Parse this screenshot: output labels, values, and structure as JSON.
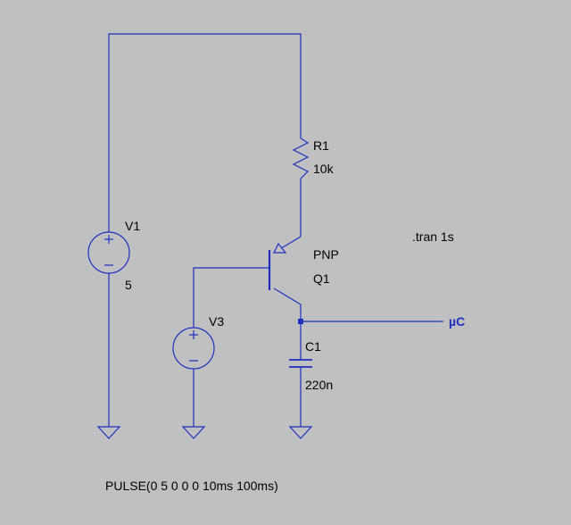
{
  "colors": {
    "background": "#c0c0c0",
    "wire": "#1f2fbf",
    "text": "#000000",
    "net_label": "#1f2fbf"
  },
  "components": {
    "v1": {
      "ref": "V1",
      "value": "5"
    },
    "v3": {
      "ref": "V3",
      "value": "PULSE(0 5 0 0 0 10ms 100ms)"
    },
    "r1": {
      "ref": "R1",
      "value": "10k"
    },
    "q1": {
      "ref": "Q1",
      "model": "PNP"
    },
    "c1": {
      "ref": "C1",
      "value": "220n"
    }
  },
  "net_label": "µC",
  "directive": ".tran 1s"
}
